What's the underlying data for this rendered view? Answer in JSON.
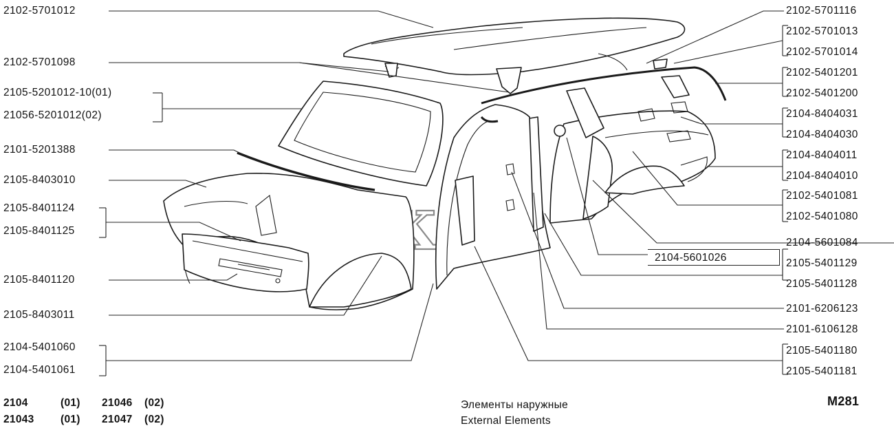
{
  "left_labels": [
    "2102-5701012",
    "2102-5701098",
    "2105-5201012-10(01)",
    "21056-5201012(02)",
    "2101-5201388",
    "2105-8403010",
    "2105-8401124",
    "2105-8401125",
    "2105-8401120",
    "2105-8403011",
    "2104-5401060",
    "2104-5401061"
  ],
  "right_labels": [
    "2102-5701116",
    "2102-5701013",
    "2102-5701014",
    "2102-5401201",
    "2102-5401200",
    "2104-8404031",
    "2104-8404030",
    "2104-8404011",
    "2104-8404010",
    "2102-5401081",
    "2102-5401080",
    "2104-5601084",
    "2104-5601026",
    "2105-5401129",
    "2105-5401128",
    "2101-6206123",
    "2101-6106128",
    "2105-5401180",
    "2105-5401181"
  ],
  "models": [
    {
      "model": "2104",
      "code": "(01)"
    },
    {
      "model": "21046",
      "code": "(02)"
    },
    {
      "model": "21043",
      "code": "(01)"
    },
    {
      "model": "21047",
      "code": "(02)"
    }
  ],
  "caption_ru": "Элементы наружные",
  "caption_en": "External Elements",
  "sheet_code": "M281",
  "watermark": "Дождь"
}
